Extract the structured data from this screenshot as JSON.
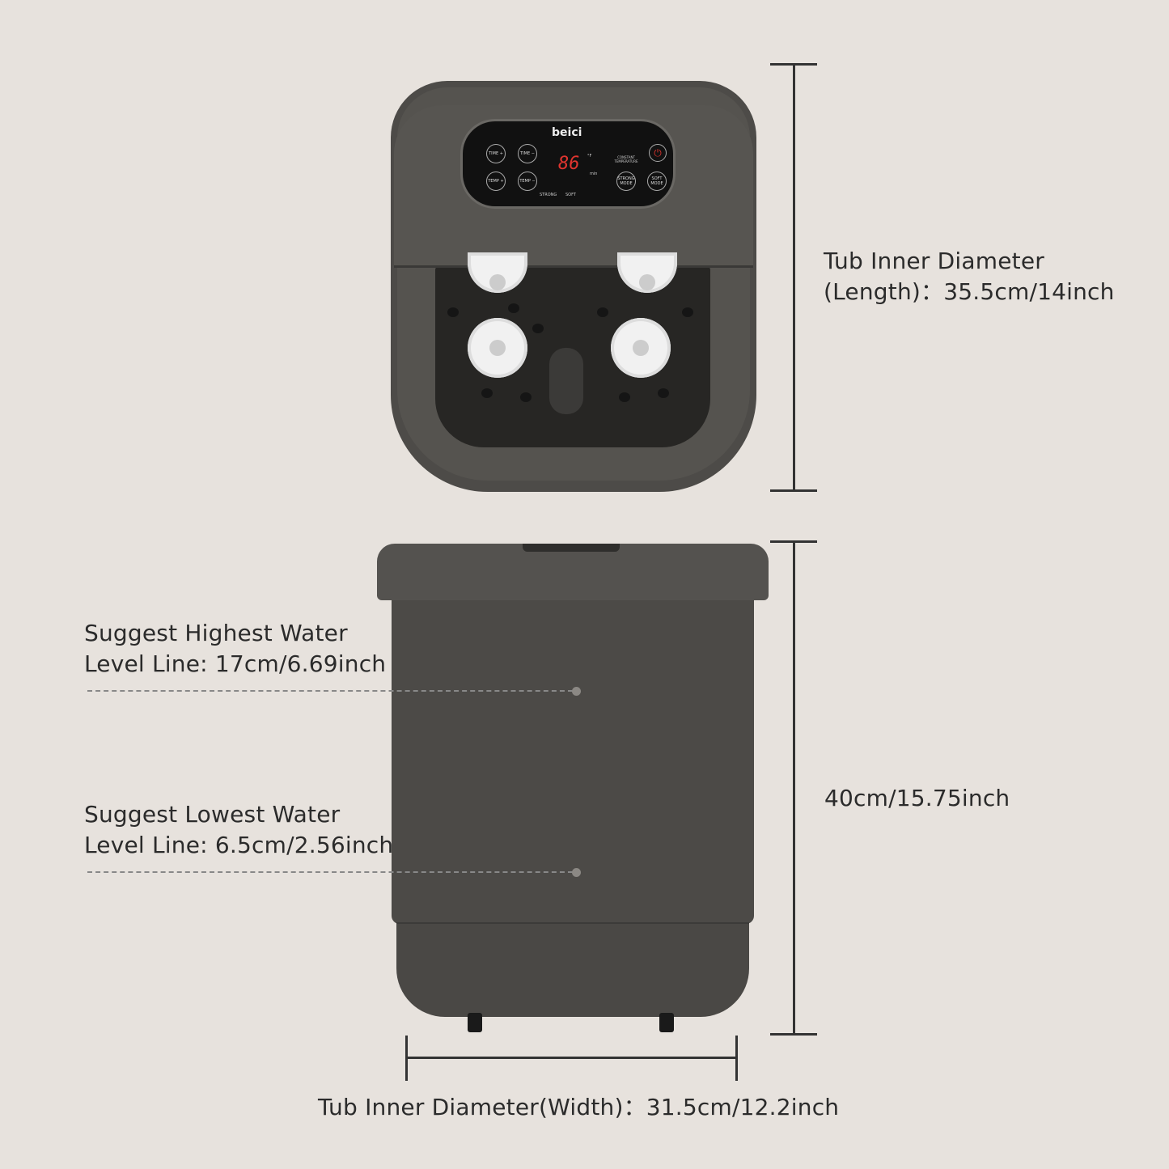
{
  "product": {
    "brand": "beici",
    "display_value": "86",
    "display_unit_top": "°F",
    "display_unit_bottom": "min",
    "buttons": [
      "TIME +",
      "TIME −",
      "TEMP +",
      "TEMP −",
      "STRONG MODE",
      "SOFT MODE"
    ],
    "constant_temperature": "CONSTANT TEMPERATURE",
    "indicator_strong": "STRONG",
    "indicator_soft": "SOFT",
    "power_color": "#d8322c",
    "display_color": "#e0352f",
    "body_color": "#4a4845"
  },
  "dimensions": {
    "length_label_line1": "Tub Inner Diameter",
    "length_label_line2": "(Length)：35.5cm/14inch",
    "height_label": "40cm/15.75inch",
    "width_label": "Tub Inner Diameter(Width)：31.5cm/12.2inch",
    "highest_line1": "Suggest Highest Water",
    "highest_line2": "Level Line: 17cm/6.69inch",
    "lowest_line1": "Suggest Lowest Water",
    "lowest_line2": "Level Line: 6.5cm/2.56inch"
  }
}
